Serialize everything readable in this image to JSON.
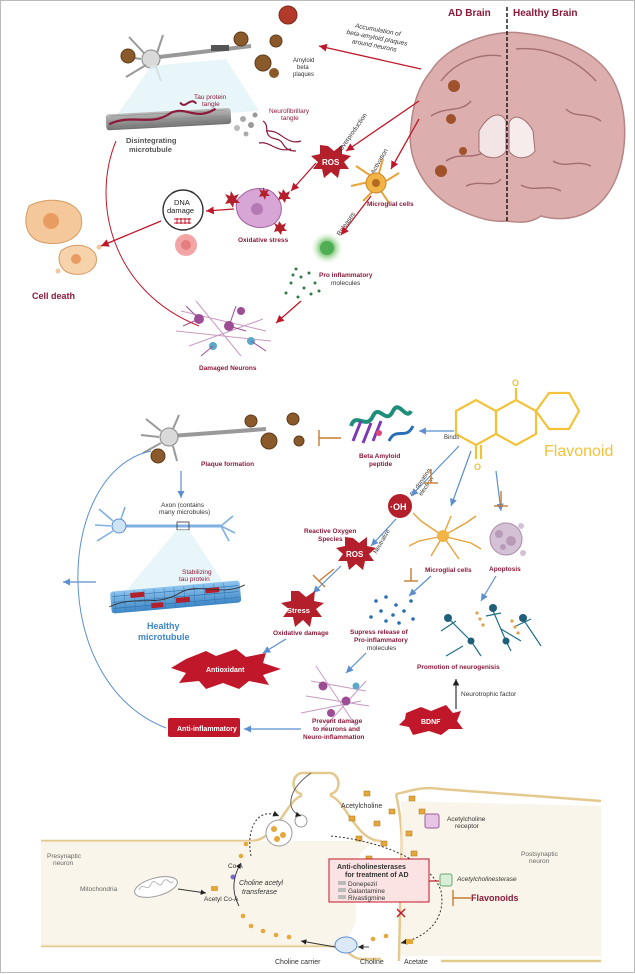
{
  "panel_a": {
    "ad_brain": "AD Brain",
    "healthy_brain": "Healthy Brain",
    "accumulation_l1": "Accumulation of",
    "accumulation_l2": "beta-amyloid plaques",
    "accumulation_l3": "around neurons",
    "amyloid_l1": "Amyloid",
    "amyloid_l2": "beta",
    "amyloid_l3": "plaques",
    "tau_l1": "Tau protein",
    "tau_l2": "tangle",
    "nft_l1": "Neurofibrillary",
    "nft_l2": "tangle",
    "disintegrating_l1": "Disintegrating",
    "disintegrating_l2": "microtubule",
    "overproduction": "Overproduction",
    "ros": "ROS",
    "activation": "Activation",
    "microglial": "Microglial cells",
    "dna_l1": "DNA",
    "dna_l2": "damage",
    "oxidative_stress": "Oxidative stress",
    "releases": "Releases",
    "pro_inflam_l1": "Pro inflammatory",
    "pro_inflam_l2": "molecules",
    "cell_death": "Cell death",
    "damaged_neurons": "Damaged Neurons"
  },
  "panel_b": {
    "flavonoid": "Flavonoid",
    "binds": "Binds",
    "plaque_formation": "Plaque formation",
    "beta_amyloid_l1": "Beta Amyloid",
    "beta_amyloid_l2": "peptide",
    "donating_l1": "By donating",
    "donating_l2": "electron",
    "oh": "·OH",
    "neutralize": "Neutralize",
    "axon_l1": "Axon (contains",
    "axon_l2": "many microbules)",
    "ros_species_l1": "Reactive Oxygen",
    "ros_species_l2": "Species",
    "ros": "ROS",
    "microglial": "Microglial cells",
    "apoptosis": "Apoptosis",
    "stabilizing_l1": "Stabilizing",
    "stabilizing_l2": "tau protein",
    "healthy_l1": "Healthy",
    "healthy_l2": "microtubule",
    "stress": "Stress",
    "oxidative_damage": "Oxidative damage",
    "supress_l1": "Supress release of",
    "supress_l2": "Pro-inflammatory",
    "supress_l3": "molecules",
    "neurogenesis": "Promotion of neurogenisis",
    "antioxidant": "Antioxidant",
    "neurotrophic": "Neurotrophic factor",
    "bdnf": "BDNF",
    "prevent_l1": "Prevent damage",
    "prevent_l2": "to neurons and",
    "prevent_l3": "Neuro-inflammation",
    "anti_inflammatory": "Anti-inflammatory"
  },
  "panel_c": {
    "acetylcholine": "Acetylcholine",
    "ach_receptor_l1": "Acetylcholine",
    "ach_receptor_l2": "receptor",
    "presynaptic_l1": "Presynaptic",
    "presynaptic_l2": "neuron",
    "postsynaptic_l1": "Postsynaptic",
    "postsynaptic_l2": "neuron",
    "coa": "Co-A",
    "cat_l1": "Choline acetyl",
    "cat_l2": "transferase",
    "mitochondria": "Mitochondria",
    "acetyl_coa": "Acetyl Co-A",
    "anti_che_title_l1": "Anti-cholinesterases",
    "anti_che_title_l2": "for treatment of AD",
    "drug1": "Donepezil",
    "drug2": "Galantamine",
    "drug3": "Rivastigmine",
    "ache": "Acetylcholinesterase",
    "flavonoids": "Flavonoids",
    "choline_carrier": "Choline carrier",
    "choline": "Choline",
    "acetate": "Acetate"
  },
  "colors": {
    "red_arrow": "#c0182a",
    "blue_arrow": "#5b8fd0",
    "ros_star": "#b3202b",
    "maroon_text": "#8b1a3a",
    "flavonoid_yellow": "#f2c23a",
    "inhibit_orange": "#c77b32",
    "brain_pink": "#d9a8a8",
    "microtubule_blue": "#5aa2dc",
    "neuron_fill": "#f6eedc",
    "synapse_border": "#e4c98f"
  }
}
